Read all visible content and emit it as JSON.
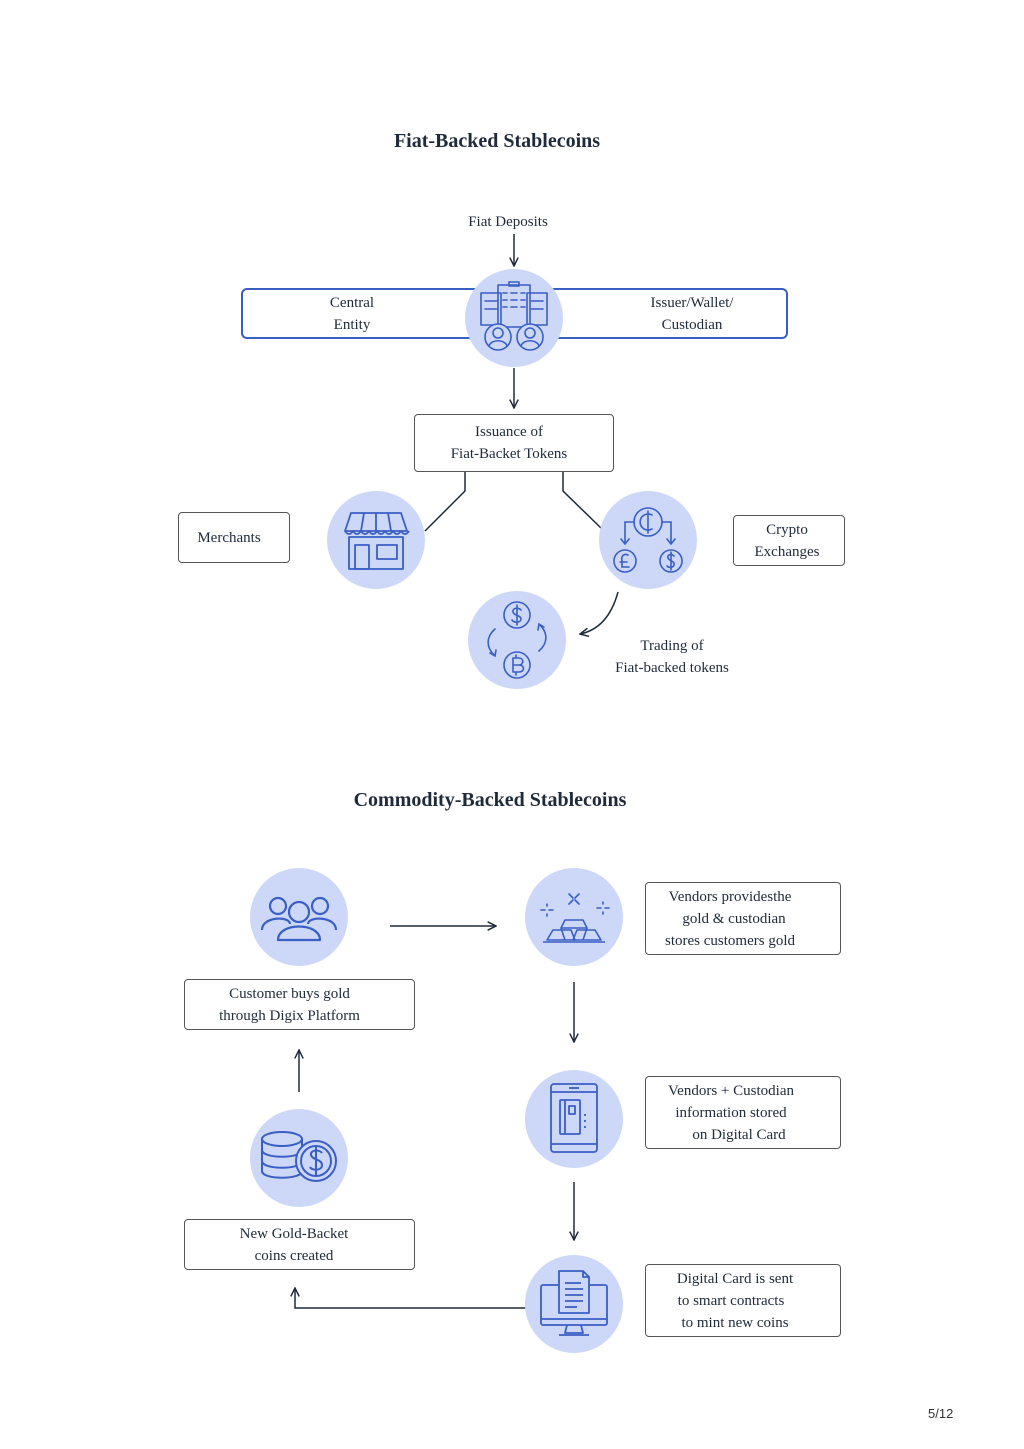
{
  "fiat": {
    "title": "Fiat-Backed Stablecoins",
    "deposits": "Fiat Deposits",
    "central_l1": "Central",
    "central_l2": "Entity",
    "issuer_l1": "Issuer/Wallet/",
    "issuer_l2": "Custodian",
    "issuance_l1": "Issuance of",
    "issuance_l2": "Fiat-Backet Tokens",
    "merchants": "Merchants",
    "crypto_l1": "Crypto",
    "crypto_l2": "Exchanges",
    "trading_l1": "Trading of",
    "trading_l2": "Fiat-backed tokens"
  },
  "commodity": {
    "title": "Commodity-Backed Stablecoins",
    "vendors_l1": "Vendors providesthe",
    "vendors_l2": "gold & custodian",
    "vendors_l3": "stores customers gold",
    "customer_l1": "Customer buys gold",
    "customer_l2": "through Digix Platform",
    "card_l1": "Vendors + Custodian",
    "card_l2": "information stored",
    "card_l3": "on Digital Card",
    "newcoins_l1": "New Gold-Backet",
    "newcoins_l2": "coins created",
    "contract_l1": "Digital Card is sent",
    "contract_l2": "to smart contracts",
    "contract_l3": "to mint new coins"
  },
  "page_number": "5/12",
  "colors": {
    "accent": "#3a5fc4",
    "circle": "#cdd8f8",
    "text": "#1f2a3a"
  },
  "icons": [
    "buildings-people-icon",
    "storefront-icon",
    "currency-exchange-icon",
    "crypto-trade-icon",
    "people-group-icon",
    "gold-bars-icon",
    "digital-card-icon",
    "smart-contract-icon",
    "coins-dollar-icon"
  ]
}
